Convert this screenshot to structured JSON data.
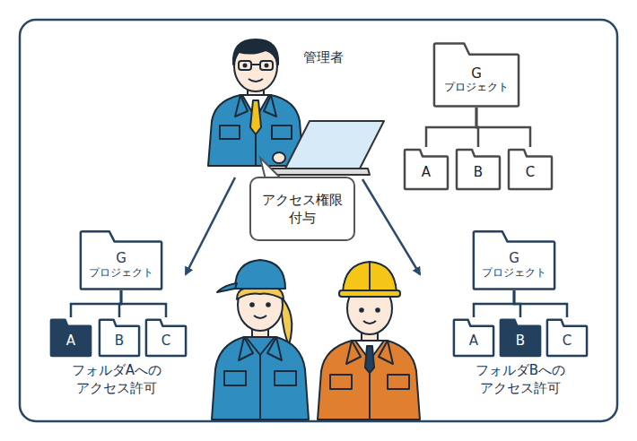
{
  "diagram": {
    "nodes": [
      {
        "text": [
          "アクセス権限 付与"
        ]
      },
      {
        "text": [
          "G",
          "プロジェクト"
        ]
      },
      {
        "text": [
          "A"
        ]
      },
      {
        "text": [
          "B"
        ]
      },
      {
        "text": [
          "C"
        ]
      },
      {
        "text": [
          "G",
          "プロジェクト"
        ]
      },
      {
        "text": [
          "A"
        ]
      },
      {
        "text": [
          "B"
        ]
      },
      {
        "text": [
          "C"
        ]
      },
      {
        "text": [
          "G",
          "プロジェクト"
        ]
      },
      {
        "text": [
          "A"
        ]
      },
      {
        "text": [
          "B"
        ]
      },
      {
        "text": [
          "C"
        ]
      }
    ],
    "edges": [
      {
        "from": 1,
        "to": 2,
        "arrow": "none"
      },
      {
        "from": 1,
        "to": 3,
        "arrow": "none"
      },
      {
        "from": 1,
        "to": 4,
        "arrow": "none"
      },
      {
        "from": 5,
        "to": 6,
        "arrow": "none"
      },
      {
        "from": 5,
        "to": 7,
        "arrow": "none"
      },
      {
        "from": 5,
        "to": 8,
        "arrow": "none"
      },
      {
        "from": 9,
        "to": 10,
        "arrow": "none"
      },
      {
        "from": 9,
        "to": 11,
        "arrow": "none"
      },
      {
        "from": 9,
        "to": 12,
        "arrow": "none"
      }
    ],
    "labels": [
      "管理者",
      "フォルダAへの アクセス許可",
      "フォルダBへの アクセス許可"
    ]
  }
}
